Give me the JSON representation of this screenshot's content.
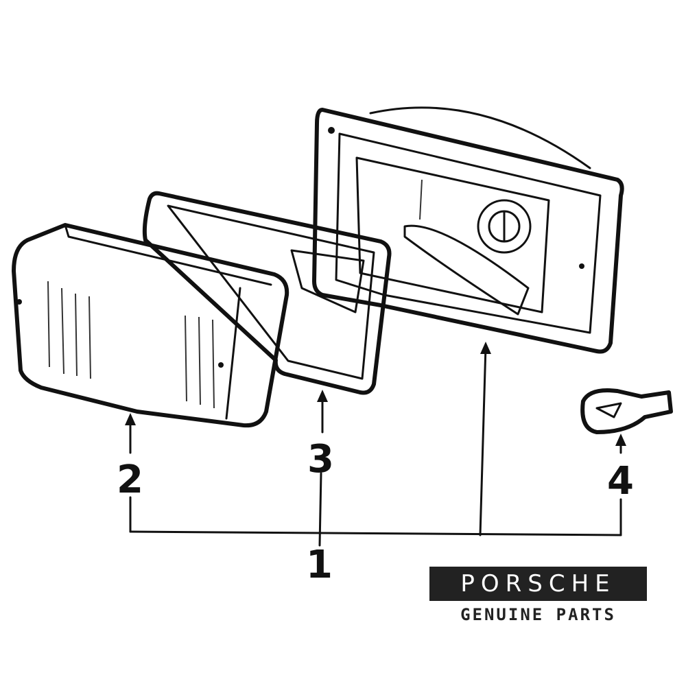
{
  "diagram": {
    "callouts": [
      {
        "id": "1",
        "label": "1"
      },
      {
        "id": "2",
        "label": "2"
      },
      {
        "id": "3",
        "label": "3"
      },
      {
        "id": "4",
        "label": "4"
      }
    ]
  },
  "brand": {
    "logo_text": "PORSCHE",
    "tagline": "GENUINE PARTS",
    "logo_bg": "#222222",
    "logo_fg": "#ffffff"
  }
}
